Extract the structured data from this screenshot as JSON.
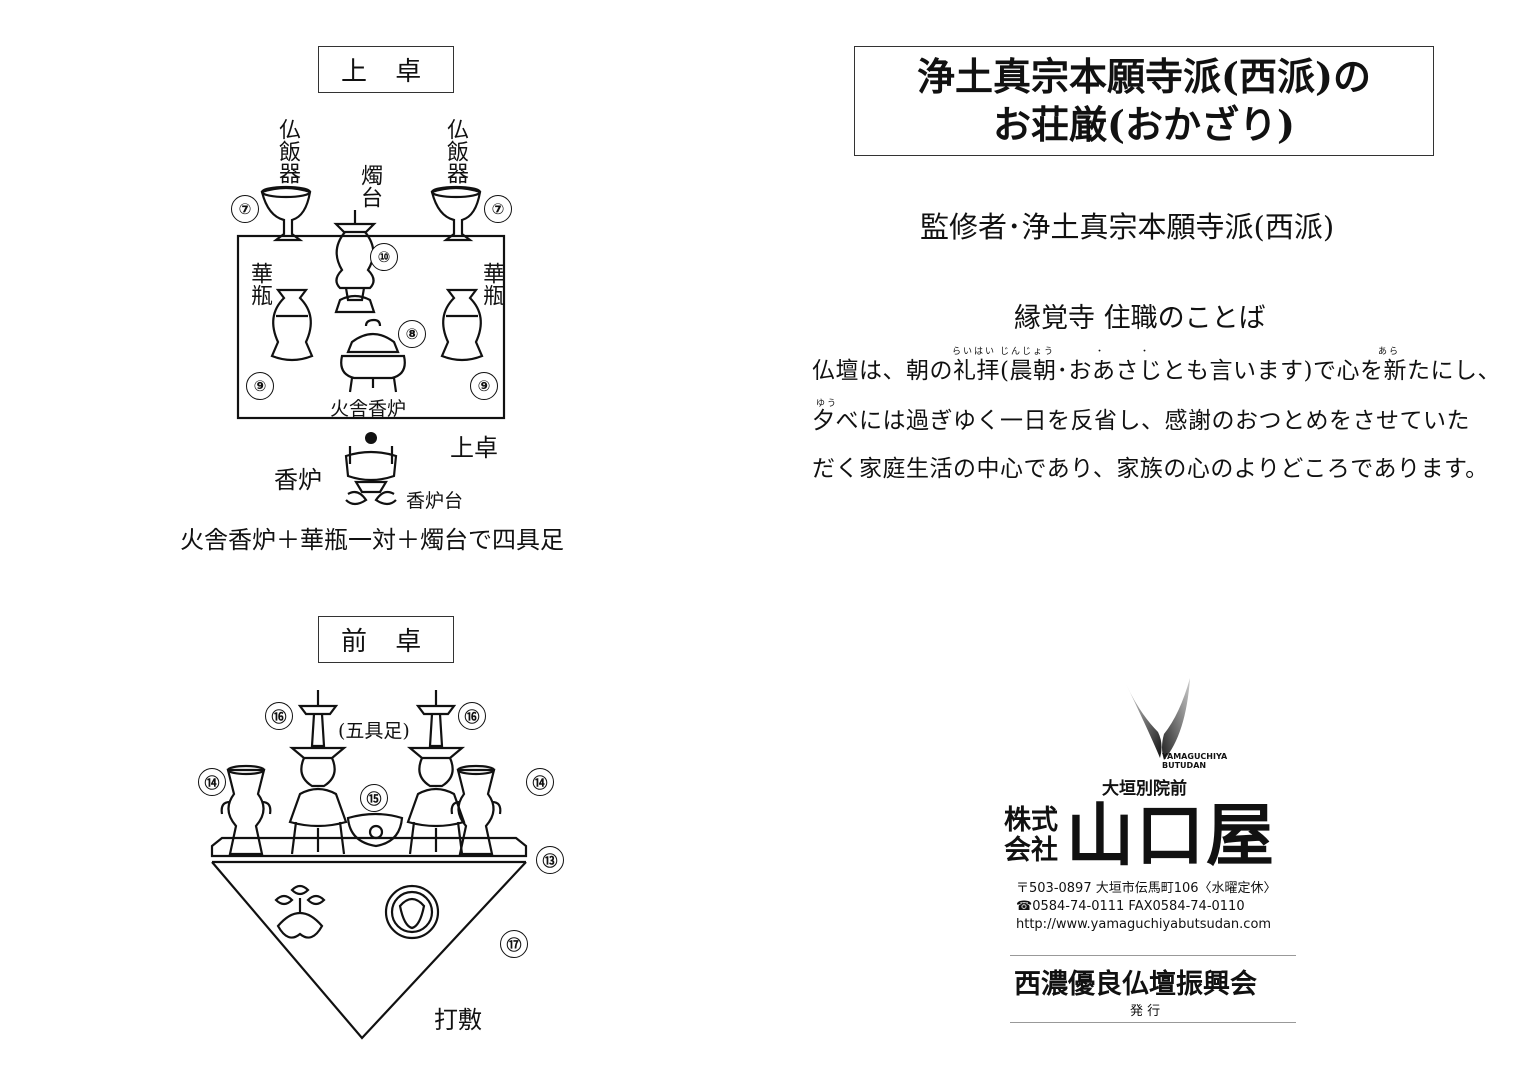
{
  "upper_table": {
    "heading": "上 卓",
    "buppanki_left": "仏飯器",
    "buppanki_right": "仏飯器",
    "shokudai": "燭台",
    "kebyo_left": "華瓶",
    "kebyo_right": "華瓶",
    "kasha_koro": "火舎香炉",
    "uwajoku": "上卓",
    "koro": "香炉",
    "koro_dai": "香炉台",
    "caption": "火舎香炉＋華瓶一対＋燭台で四具足",
    "nums": {
      "n7": "⑦",
      "n8": "⑧",
      "n9": "⑨",
      "n10": "⑩"
    }
  },
  "front_table": {
    "heading": "前 卓",
    "gogusoku": "(五具足)",
    "uchishiki": "打敷",
    "nums": {
      "n13": "⑬",
      "n14": "⑭",
      "n15": "⑮",
      "n16": "⑯",
      "n17": "⑰"
    }
  },
  "title": {
    "line1": "浄土真宗本願寺派(西派)の",
    "line2": "お荘厳(おかざり)"
  },
  "supervisor": "監修者･浄土真宗本願寺派(西派)",
  "words_heading": "縁覚寺 住職のことば",
  "ruby": {
    "raihai": "らいはい",
    "jinjou": "じんじょう",
    "dot1": "・",
    "dot2": "・",
    "ara": "あら",
    "yuu": "ゆう"
  },
  "body_lines": [
    "仏壇は、朝の礼拝(晨朝･おあさじとも言います)で心を新たにし、",
    "夕べには過ぎゆく一日を反省し、感謝のおつとめをさせていた",
    "だく家庭生活の中心であり、家族の心のよりどころであります。"
  ],
  "company": {
    "logo_text_1": "YAMAGUCHIYA",
    "logo_text_2": "BUTUDAN",
    "location": "大垣別院前",
    "kabushiki": "株式",
    "kaisha": "会社",
    "name": "山口屋",
    "address": "〒503-0897 大垣市伝馬町106〈水曜定休〉",
    "phone": "☎0584-74-0111 FAX0584-74-0110",
    "url": "http://www.yamaguchiyabutsudan.com"
  },
  "publisher": {
    "name": "西濃優良仏壇振興会",
    "label": "発 行"
  }
}
